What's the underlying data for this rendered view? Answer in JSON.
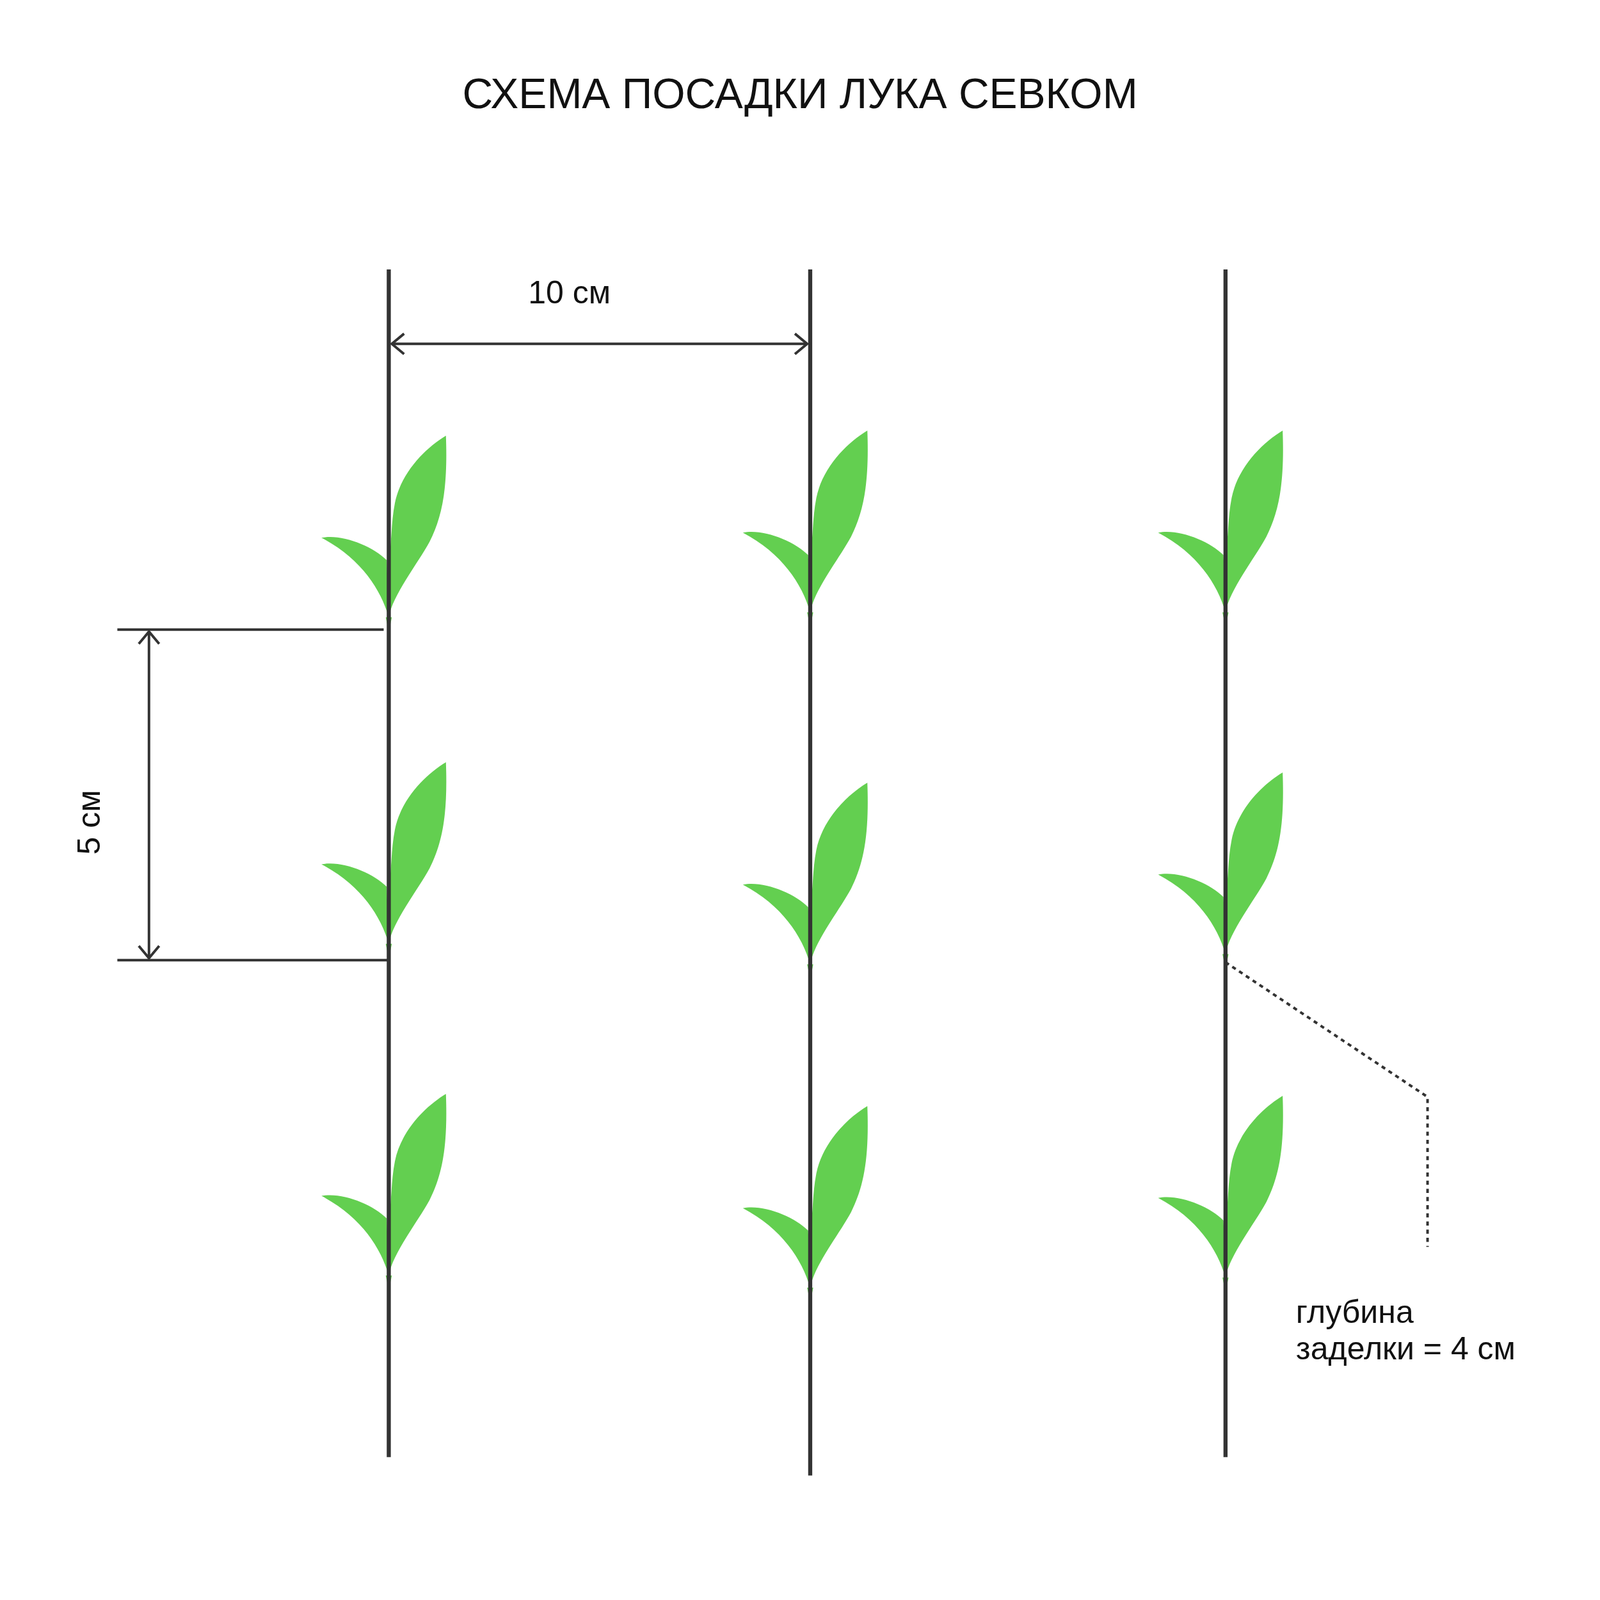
{
  "diagram": {
    "title": "СХЕМА ПОСАДКИ ЛУКА СЕВКОМ",
    "labels": [
      "10 см",
      "5 см",
      "глубина заделки = 4 см"
    ]
  }
}
